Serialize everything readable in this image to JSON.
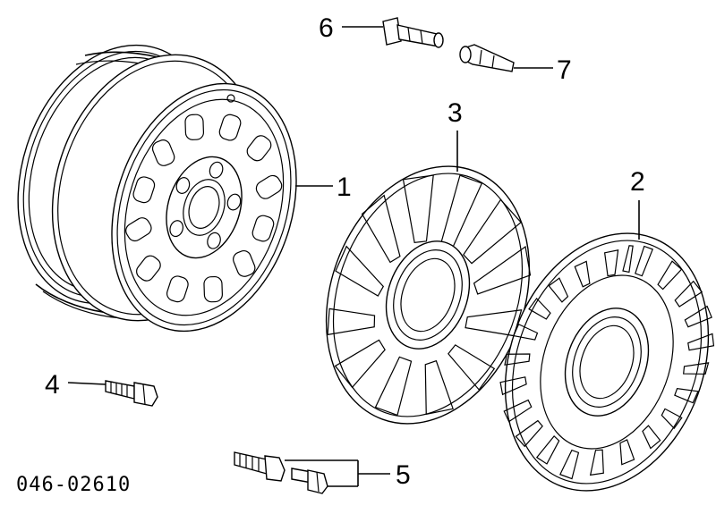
{
  "diagram": {
    "callouts": [
      "1",
      "2",
      "3",
      "4",
      "5",
      "6",
      "7"
    ],
    "part_code": "046-02610"
  }
}
